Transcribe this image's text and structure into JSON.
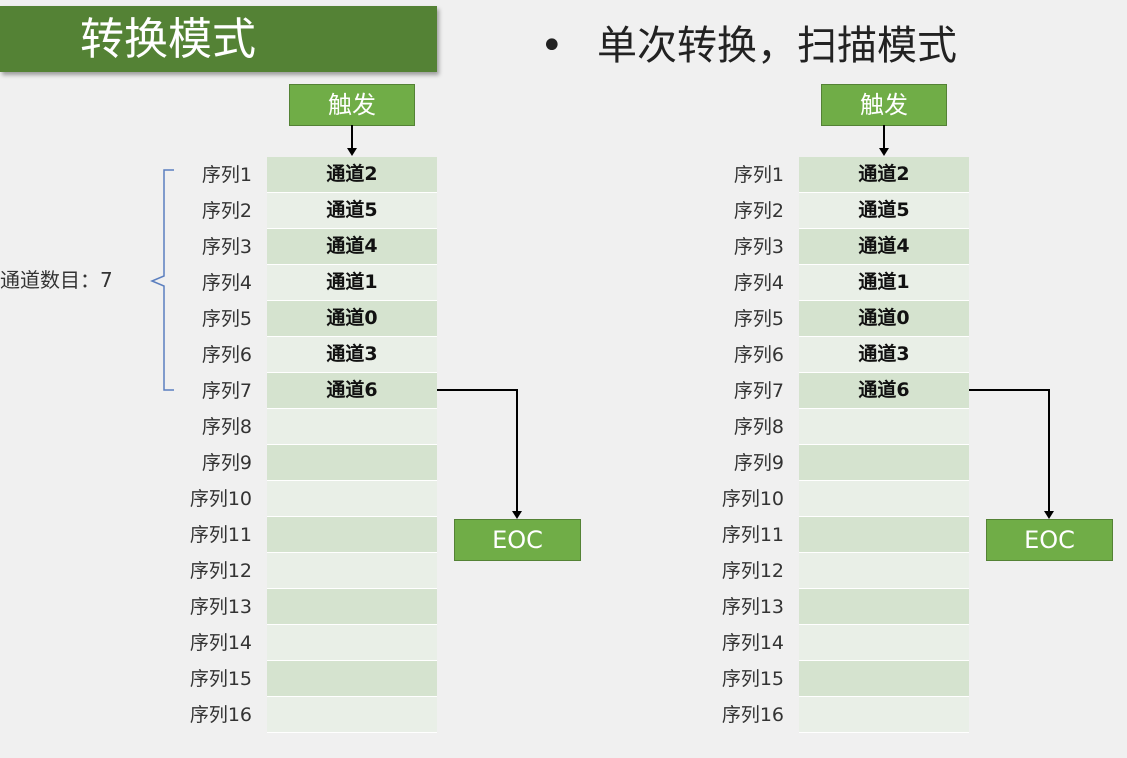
{
  "header": {
    "title": "转换模式",
    "bullet": "•",
    "subtitle": "单次转换，扫描模式"
  },
  "left": {
    "trigger_label": "触发",
    "eoc_label": "EOC",
    "channel_count_label": "通道数目：7",
    "sequences": [
      {
        "label": "序列1",
        "channel": "通道2"
      },
      {
        "label": "序列2",
        "channel": "通道5"
      },
      {
        "label": "序列3",
        "channel": "通道4"
      },
      {
        "label": "序列4",
        "channel": "通道1"
      },
      {
        "label": "序列5",
        "channel": "通道0"
      },
      {
        "label": "序列6",
        "channel": "通道3"
      },
      {
        "label": "序列7",
        "channel": "通道6"
      },
      {
        "label": "序列8",
        "channel": ""
      },
      {
        "label": "序列9",
        "channel": ""
      },
      {
        "label": "序列10",
        "channel": ""
      },
      {
        "label": "序列11",
        "channel": ""
      },
      {
        "label": "序列12",
        "channel": ""
      },
      {
        "label": "序列13",
        "channel": ""
      },
      {
        "label": "序列14",
        "channel": ""
      },
      {
        "label": "序列15",
        "channel": ""
      },
      {
        "label": "序列16",
        "channel": ""
      }
    ]
  },
  "right": {
    "trigger_label": "触发",
    "eoc_label": "EOC",
    "sequences": [
      {
        "label": "序列1",
        "channel": "通道2"
      },
      {
        "label": "序列2",
        "channel": "通道5"
      },
      {
        "label": "序列3",
        "channel": "通道4"
      },
      {
        "label": "序列4",
        "channel": "通道1"
      },
      {
        "label": "序列5",
        "channel": "通道0"
      },
      {
        "label": "序列6",
        "channel": "通道3"
      },
      {
        "label": "序列7",
        "channel": "通道6"
      },
      {
        "label": "序列8",
        "channel": ""
      },
      {
        "label": "序列9",
        "channel": ""
      },
      {
        "label": "序列10",
        "channel": ""
      },
      {
        "label": "序列11",
        "channel": ""
      },
      {
        "label": "序列12",
        "channel": ""
      },
      {
        "label": "序列13",
        "channel": ""
      },
      {
        "label": "序列14",
        "channel": ""
      },
      {
        "label": "序列15",
        "channel": ""
      },
      {
        "label": "序列16",
        "channel": ""
      }
    ]
  },
  "colors": {
    "title_bg": "#548235",
    "box_green": "#70ad47",
    "cell_dark": "#d5e3cf",
    "cell_light": "#e9efe7",
    "bracket": "#5b7fbf"
  }
}
